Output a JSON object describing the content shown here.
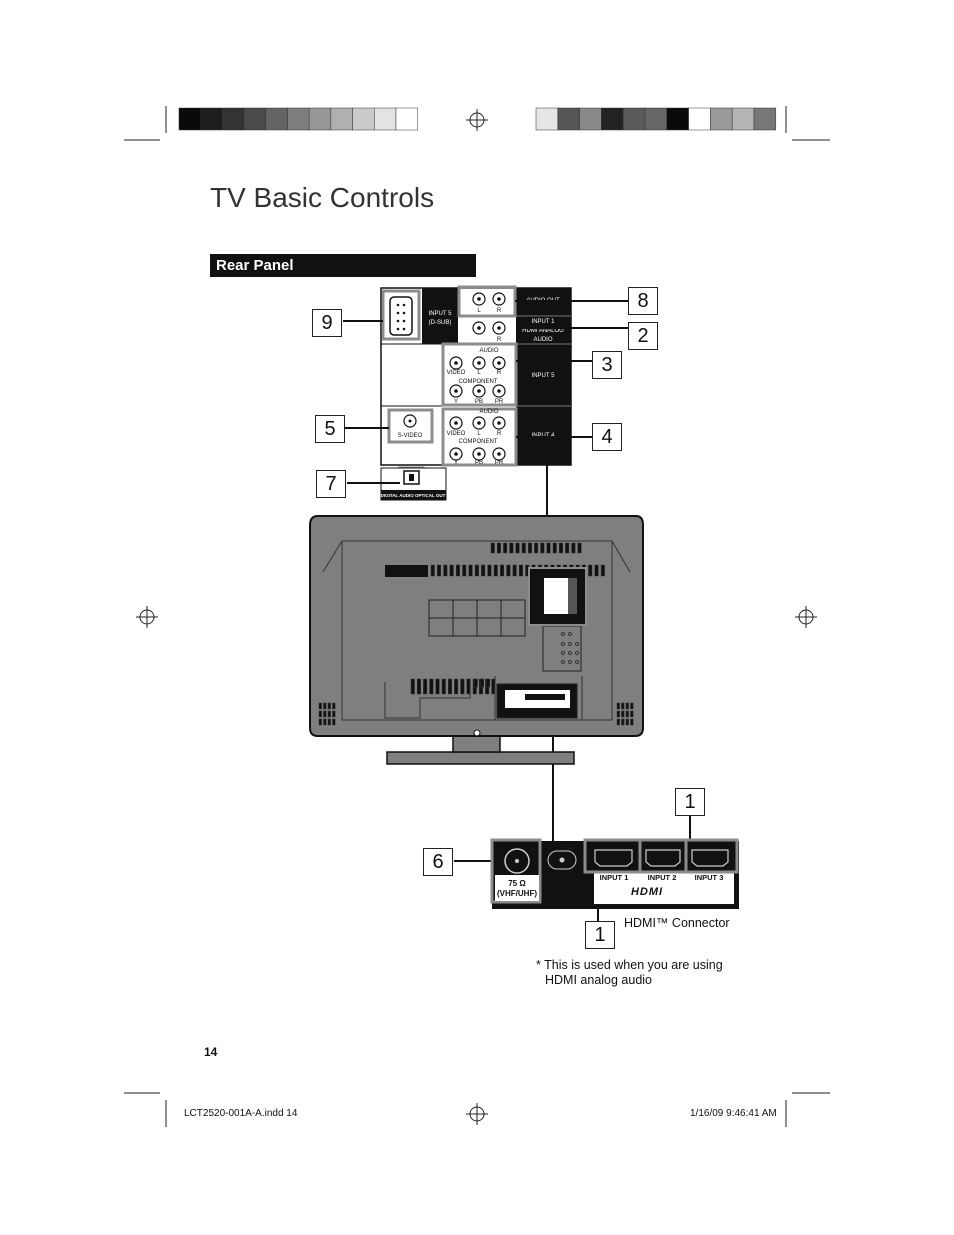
{
  "page": {
    "title": "TV Basic Controls",
    "section": "Rear Panel",
    "page_number": "14",
    "footer_file": "LCT2520-001A-A.indd   14",
    "footer_date": "1/16/09   9:46:41 AM"
  },
  "callouts": [
    "9",
    "8",
    "2",
    "3",
    "5",
    "4",
    "7",
    "1",
    "6",
    "1"
  ],
  "panel_labels": {
    "input5_dsub": "INPUT 5",
    "input5_dsub2": "(D-SUB)",
    "audio_out": "AUDIO OUT",
    "input1": "INPUT 1",
    "hdmi_analog": "HDMI ANALOG",
    "audio_word": "AUDIO",
    "input5": "INPUT 5",
    "input4": "INPUT 4",
    "audio": "AUDIO",
    "audio2": "AUDIO",
    "video": "VIDEO",
    "video2": "VIDEO",
    "l": "L",
    "r": "R",
    "l2": "L",
    "r2": "R",
    "l3": "L",
    "r3": "R",
    "r4": "R",
    "component": "COMPONENT",
    "component2": "COMPONENT",
    "y": "Y",
    "pb": "PB",
    "pr": "PR",
    "y2": "Y",
    "pb2": "PB",
    "pr2": "PR",
    "s_video": "S-VIDEO",
    "optical": "DIGITAL AUDIO OPTICAL OUT"
  },
  "bottom_panel": {
    "ant": "75 Ω",
    "ant2": "(VHF/UHF)",
    "hdmi_in1": "INPUT 1",
    "hdmi_in2": "INPUT 2",
    "hdmi_in3": "INPUT 3",
    "hdmi_logo": "HDMI"
  },
  "notes": {
    "hdmi_connector": "HDMI™ Connector",
    "asterisk_line1": "* This is used when you are using",
    "asterisk_line2": "HDMI analog audio"
  },
  "colors": {
    "panel_black": "#111111",
    "tv_gray": "#7f7f7f",
    "highlight_gray": "#8c8c8c"
  }
}
